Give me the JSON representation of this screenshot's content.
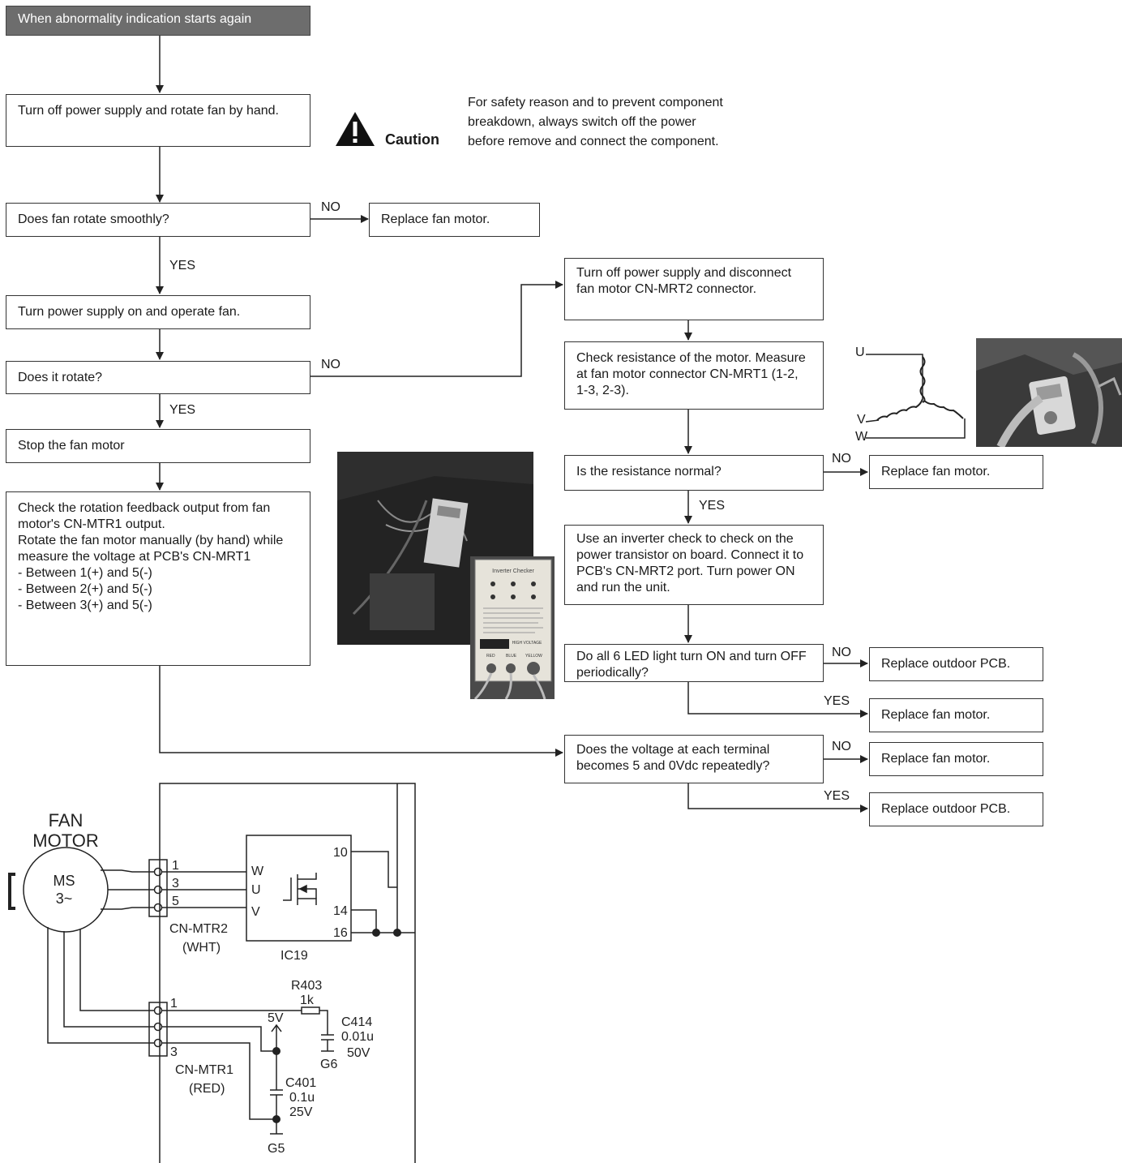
{
  "flow": {
    "start": "When abnormality indication starts again",
    "turn_off_rotate": "Turn off power supply and rotate fan by hand.",
    "smooth_q": "Does fan rotate smoothly?",
    "replace_1": "Replace fan motor.",
    "power_on": "Turn power supply on and operate fan.",
    "rotate_q": "Does it rotate?",
    "stop": "Stop the fan motor",
    "check_feedback": "Check the rotation feedback output from fan motor's CN-MTR1 output.\nRotate the fan motor manually (by hand) while measure the voltage at PCB's CN-MRT1\n-  Between 1(+) and 5(-)\n-  Between 2(+) and 5(-)\n-  Between 3(+) and 5(-)",
    "disconnect": "Turn off power supply and disconnect fan motor CN-MRT2 connector.",
    "check_res": "Check resistance of the motor. Measure at fan motor connector CN-MRT1 (1-2, 1-3, 2-3).",
    "res_q": "Is the resistance normal?",
    "replace_2": "Replace fan motor.",
    "inverter": "Use an inverter check to check on the power transistor on board. Connect it to PCB's CN-MRT2 port. Turn power ON and run the unit.",
    "led_q": "Do all 6 LED light turn ON and turn OFF periodically?",
    "replace_pcb_1": "Replace outdoor PCB.",
    "replace_3": "Replace fan motor.",
    "voltage_q": "Does the voltage at each terminal becomes 5 and 0Vdc repeatedly?",
    "replace_4": "Replace fan motor.",
    "replace_pcb_2": "Replace outdoor PCB."
  },
  "labels": {
    "yes": "YES",
    "no": "NO"
  },
  "caution": {
    "title": "Caution",
    "text": "For safety reason and to prevent component breakdown, always switch off the power before remove and connect the component."
  },
  "winding": {
    "u": "U",
    "v": "V",
    "w": "W"
  },
  "photo_checker": {
    "title": "Inverter Checker",
    "badge": "HIGH VOLTAGE",
    "red": "RED",
    "blue": "BLUE",
    "yellow": "YELLOW"
  },
  "schematic": {
    "fan_motor": "FAN\nMOTOR",
    "ms": "MS",
    "phase": "3~",
    "pin1": "1",
    "pin3": "3",
    "pin5": "5",
    "w": "W",
    "u": "U",
    "v": "V",
    "cn_mtr2": "CN-MTR2",
    "wht": "(WHT)",
    "ic19": "IC19",
    "ic_p10": "10",
    "ic_p14": "14",
    "ic_p16": "16",
    "mtr1_p1": "1",
    "mtr1_p3": "3",
    "cn_mtr1": "CN-MTR1",
    "red": "(RED)",
    "r403": "R403",
    "r403_val": "1k",
    "five_v": "5V",
    "c414": "C414",
    "c414_v1": "0.01u",
    "c414_v2": "50V",
    "g6": "G6",
    "c401": "C401",
    "c401_v1": "0.1u",
    "c401_v2": "25V",
    "g5": "G5"
  },
  "colors": {
    "line": "#222222",
    "start_fill": "#6d6d6d",
    "photo_dark": "#2a2a2a"
  }
}
